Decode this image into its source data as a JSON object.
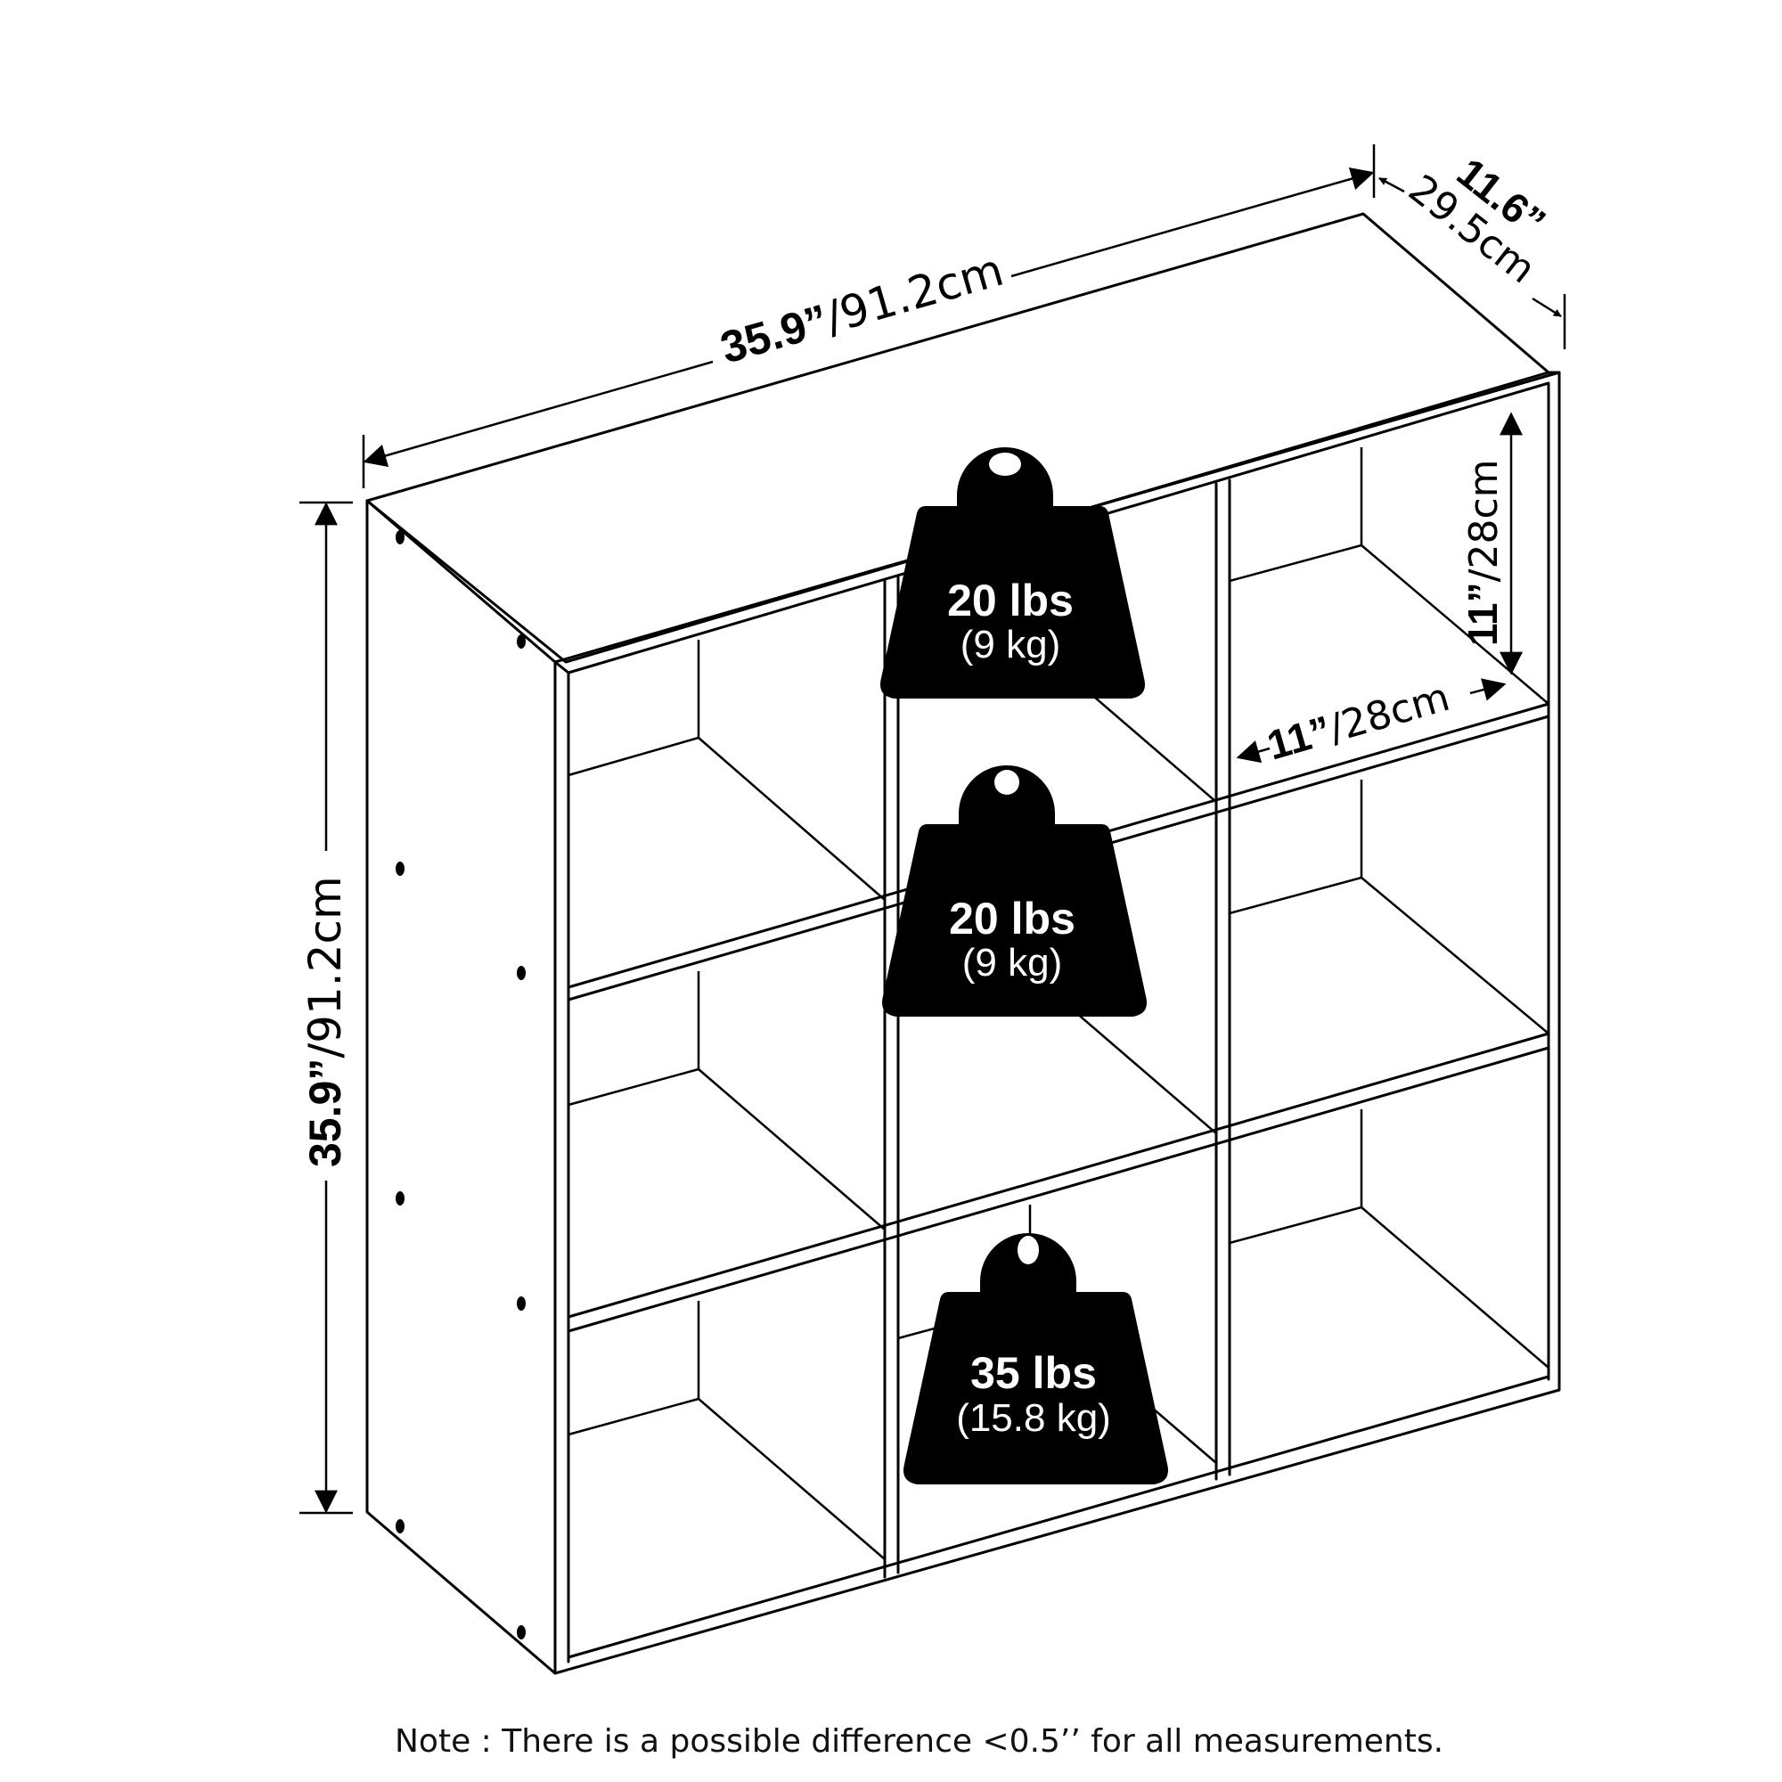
{
  "dimensions": {
    "width": {
      "imperial": "35.9”",
      "metric": "/91.2cm"
    },
    "height": {
      "imperial": "35.9”",
      "metric": "/91.2cm"
    },
    "depth": {
      "imperial": "11.6”",
      "metric": "29.5cm"
    },
    "cube_height": {
      "imperial": "11”",
      "metric": "/28cm"
    },
    "cube_width": {
      "imperial": "11”",
      "metric": "/28cm"
    }
  },
  "weights": [
    {
      "shelf": "top",
      "lbs": "20 lbs",
      "kg": "(9 kg)"
    },
    {
      "shelf": "middle",
      "lbs": "20 lbs",
      "kg": "(9 kg)"
    },
    {
      "shelf": "bottom",
      "lbs": "35 lbs",
      "kg": "(15.8 kg)"
    }
  ],
  "note": "Note : There is a possible difference <0.5’’ for all measurements."
}
